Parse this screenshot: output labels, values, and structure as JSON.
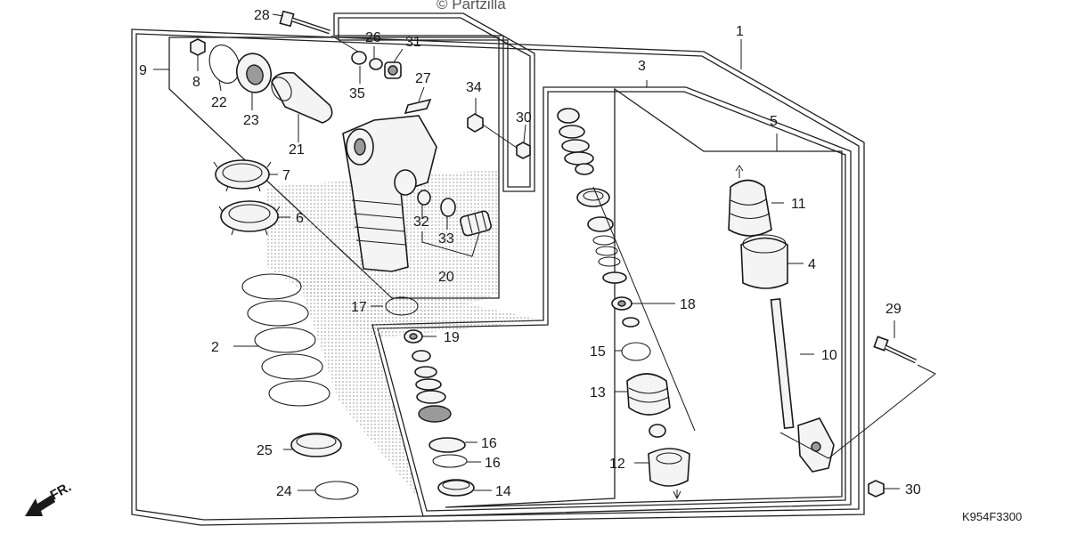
{
  "watermark": "© Partzilla",
  "diagram_code": "K954F3300",
  "direction_label": "FR.",
  "callouts": {
    "c1": "1",
    "c2": "2",
    "c3": "3",
    "c4": "4",
    "c5": "5",
    "c6": "6",
    "c7": "7",
    "c8": "8",
    "c9": "9",
    "c10": "10",
    "c11": "11",
    "c12": "12",
    "c13": "13",
    "c14": "14",
    "c15": "15",
    "c16a": "16",
    "c16b": "16",
    "c17": "17",
    "c18": "18",
    "c19": "19",
    "c20": "20",
    "c21": "21",
    "c22": "22",
    "c23": "23",
    "c24": "24",
    "c25": "25",
    "c26": "26",
    "c27": "27",
    "c28": "28",
    "c29": "29",
    "c30a": "30",
    "c30b": "30",
    "c31": "31",
    "c32": "32",
    "c33": "33",
    "c34": "34",
    "c35": "35"
  }
}
